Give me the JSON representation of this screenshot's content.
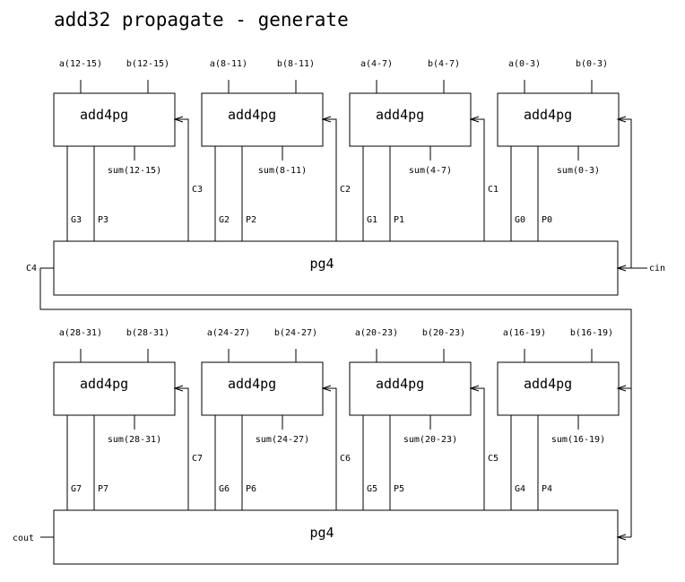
{
  "title": "add32  propagate - generate",
  "rows": [
    {
      "blocks": [
        {
          "label": "add4pg",
          "a": "a(12-15)",
          "b": "b(12-15)",
          "sum": "sum(12-15)",
          "g": "G3",
          "p": "P3",
          "cin": "C3"
        },
        {
          "label": "add4pg",
          "a": "a(8-11)",
          "b": "b(8-11)",
          "sum": "sum(8-11)",
          "g": "G2",
          "p": "P2",
          "cin": "C2"
        },
        {
          "label": "add4pg",
          "a": "a(4-7)",
          "b": "b(4-7)",
          "sum": "sum(4-7)",
          "g": "G1",
          "p": "P1",
          "cin": "C1"
        },
        {
          "label": "add4pg",
          "a": "a(0-3)",
          "b": "b(0-3)",
          "sum": "sum(0-3)",
          "g": "G0",
          "p": "P0",
          "cin": ""
        }
      ],
      "pg4": "pg4",
      "left_signal": "C4",
      "right_signal": "cin"
    },
    {
      "blocks": [
        {
          "label": "add4pg",
          "a": "a(28-31)",
          "b": "b(28-31)",
          "sum": "sum(28-31)",
          "g": "G7",
          "p": "P7",
          "cin": "C7"
        },
        {
          "label": "add4pg",
          "a": "a(24-27)",
          "b": "b(24-27)",
          "sum": "sum(24-27)",
          "g": "G6",
          "p": "P6",
          "cin": "C6"
        },
        {
          "label": "add4pg",
          "a": "a(20-23)",
          "b": "b(20-23)",
          "sum": "sum(20-23)",
          "g": "G5",
          "p": "P5",
          "cin": "C5"
        },
        {
          "label": "add4pg",
          "a": "a(16-19)",
          "b": "b(16-19)",
          "sum": "sum(16-19)",
          "g": "G4",
          "p": "P4",
          "cin": ""
        }
      ],
      "pg4": "pg4",
      "left_signal": "cout",
      "right_signal": ""
    }
  ]
}
